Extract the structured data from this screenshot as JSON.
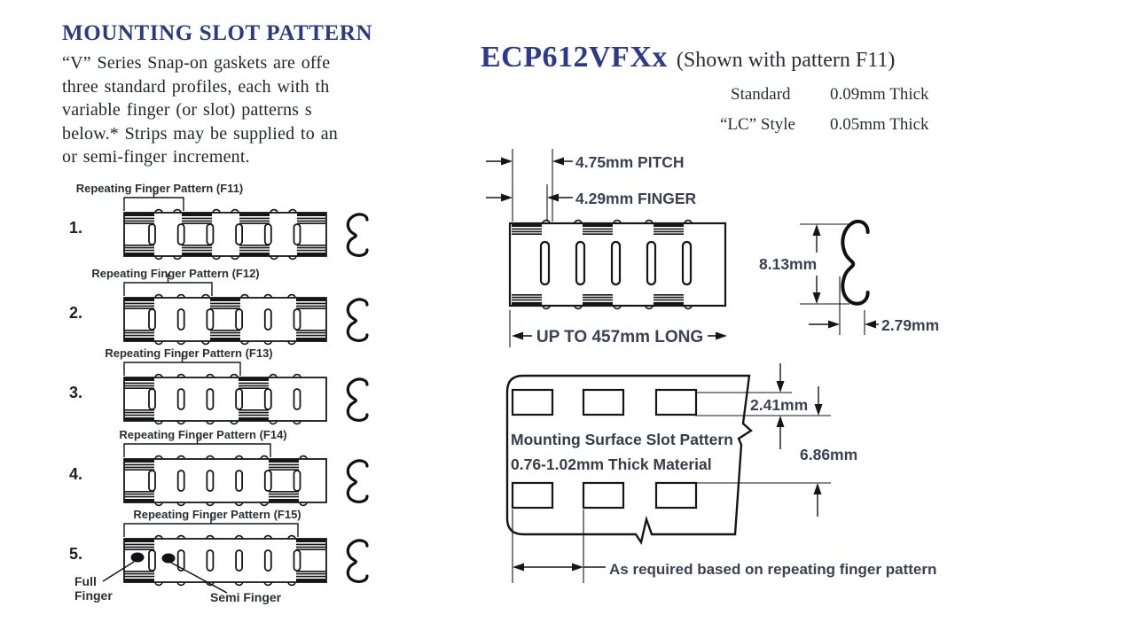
{
  "left": {
    "heading": "MOUNTING SLOT PATTERN",
    "paragraph_lines": [
      "“V” Series Snap-on gaskets are offe",
      "three standard profiles, each with th",
      "variable finger (or slot) patterns s",
      "below.* Strips may be supplied to an",
      "or semi-finger increment."
    ],
    "patterns": [
      {
        "number": "1.",
        "label": "Repeating Finger Pattern (F11)"
      },
      {
        "number": "2.",
        "label": "Repeating Finger Pattern (F12)"
      },
      {
        "number": "3.",
        "label": "Repeating Finger Pattern (F13)"
      },
      {
        "number": "4.",
        "label": "Repeating Finger Pattern (F14)"
      },
      {
        "number": "5.",
        "label": "Repeating Finger Pattern (F15)"
      }
    ],
    "callouts": {
      "full_line1": "Full",
      "full_line2": "Finger",
      "semi": "Semi Finger"
    }
  },
  "right": {
    "title": "ECP612VFXx",
    "title_note": "(Shown with pattern F11)",
    "specs": [
      {
        "label": "Standard",
        "value": "0.09mm Thick"
      },
      {
        "label": "“LC” Style",
        "value": "0.05mm Thick"
      }
    ],
    "dimensions": {
      "pitch": "4.75mm PITCH",
      "finger": "4.29mm FINGER",
      "length": "UP TO 457mm LONG",
      "profile_height": "8.13mm",
      "profile_depth": "2.79mm",
      "slot_height": "2.41mm",
      "row_spacing": "6.86mm"
    },
    "plate": {
      "line1": "Mounting Surface Slot Pattern",
      "line2": "0.76-1.02mm Thick Material",
      "note": "As required based on repeating finger pattern"
    },
    "colors": {
      "accent_navy": "#2c3a8c",
      "line_ink": "#16161a",
      "label_ink": "#3a4153"
    }
  }
}
